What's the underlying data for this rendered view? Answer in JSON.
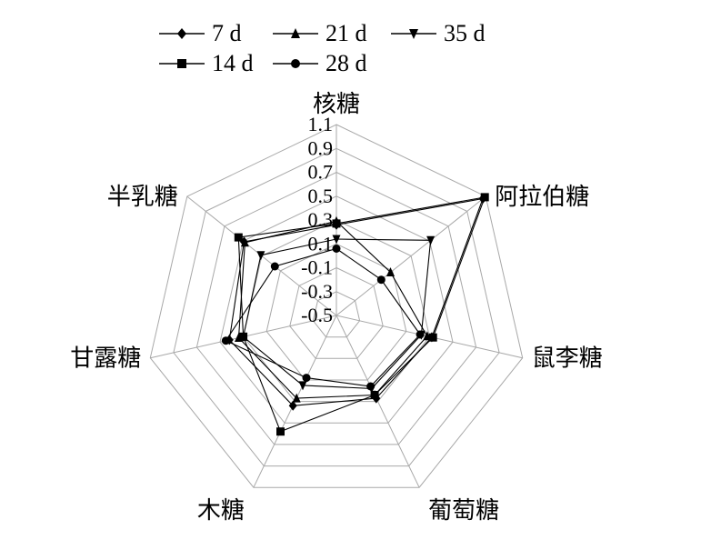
{
  "chart_data": {
    "type": "radar",
    "title": "",
    "axes": [
      "核糖",
      "阿拉伯糖",
      "鼠李糖",
      "葡萄糖",
      "木糖",
      "甘露糖",
      "半乳糖"
    ],
    "ticks": [
      "-0.5",
      "-0.3",
      "-0.1",
      "0.1",
      "0.3",
      "0.5",
      "0.7",
      "0.9",
      "1.1"
    ],
    "rlim": [
      -0.5,
      1.1
    ],
    "grid": true,
    "legend_position": "top",
    "series": [
      {
        "name": "7 d",
        "marker": "diamond",
        "values": [
          0.26,
          1.07,
          0.32,
          0.27,
          0.34,
          0.42,
          0.49
        ]
      },
      {
        "name": "14 d",
        "marker": "square",
        "values": [
          0.27,
          1.09,
          0.33,
          0.24,
          0.58,
          0.3,
          0.55
        ]
      },
      {
        "name": "21 d",
        "marker": "triangle-up",
        "values": [
          0.29,
          0.08,
          0.28,
          0.24,
          0.27,
          0.34,
          0.48
        ]
      },
      {
        "name": "28 d",
        "marker": "circle",
        "values": [
          0.06,
          -0.02,
          0.22,
          0.16,
          0.08,
          0.45,
          0.16
        ]
      },
      {
        "name": "35 d",
        "marker": "triangle-down",
        "values": [
          0.14,
          0.51,
          0.23,
          0.18,
          0.15,
          0.3,
          0.31
        ]
      }
    ]
  }
}
